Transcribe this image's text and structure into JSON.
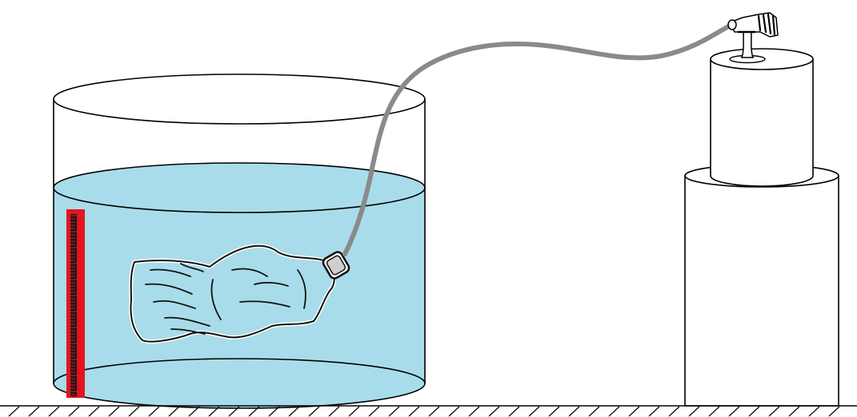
{
  "colors": {
    "water": "#a9dcea",
    "outline": "#000000",
    "hose": "#8a8a8a",
    "ruler": "#e3141e",
    "ground_hatch": "#000000",
    "background": "#ffffff"
  },
  "components": [
    "water-tank",
    "water",
    "measuring-ruler",
    "submerged-plastic-bottle",
    "bottle-cap",
    "rubber-hose",
    "spray-nozzle",
    "upper-pedestal",
    "lower-pedestal",
    "hatched-ground"
  ]
}
